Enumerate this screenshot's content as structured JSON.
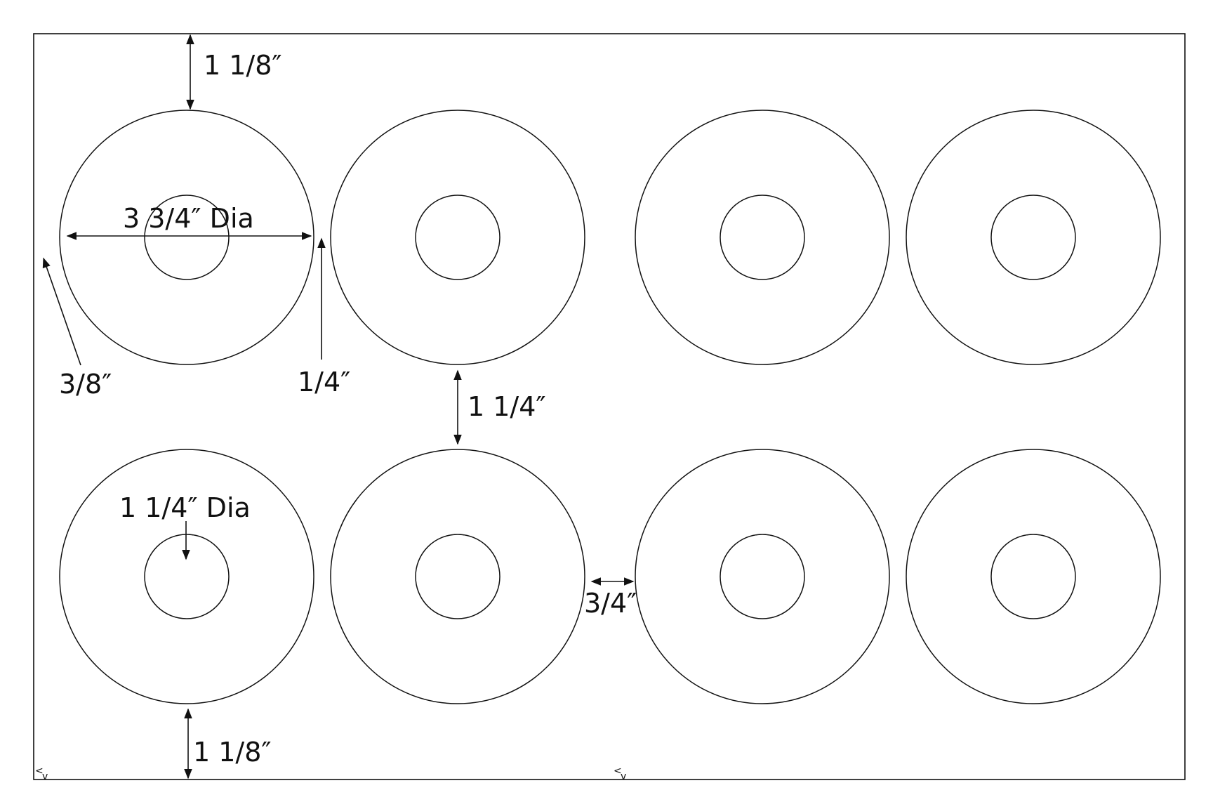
{
  "colors": {
    "stroke": "#111111",
    "background": "#ffffff"
  },
  "labels": {
    "top_margin": "1 1/8″",
    "bottom_margin": "1 1/8″",
    "outer_diameter": "3 3/4″ Dia",
    "inner_diameter": "1 1/4″ Dia",
    "left_margin": "3/8″",
    "column_gap": "1/4″",
    "row_gap": "1 1/4″",
    "center_gap": "3/4″"
  },
  "corner_marks": {
    "left": "<",
    "left_sub": "v",
    "mid": "<",
    "mid_sub": "v"
  },
  "sheet": {
    "rows": 2,
    "columns": 4,
    "label_count": 8
  }
}
